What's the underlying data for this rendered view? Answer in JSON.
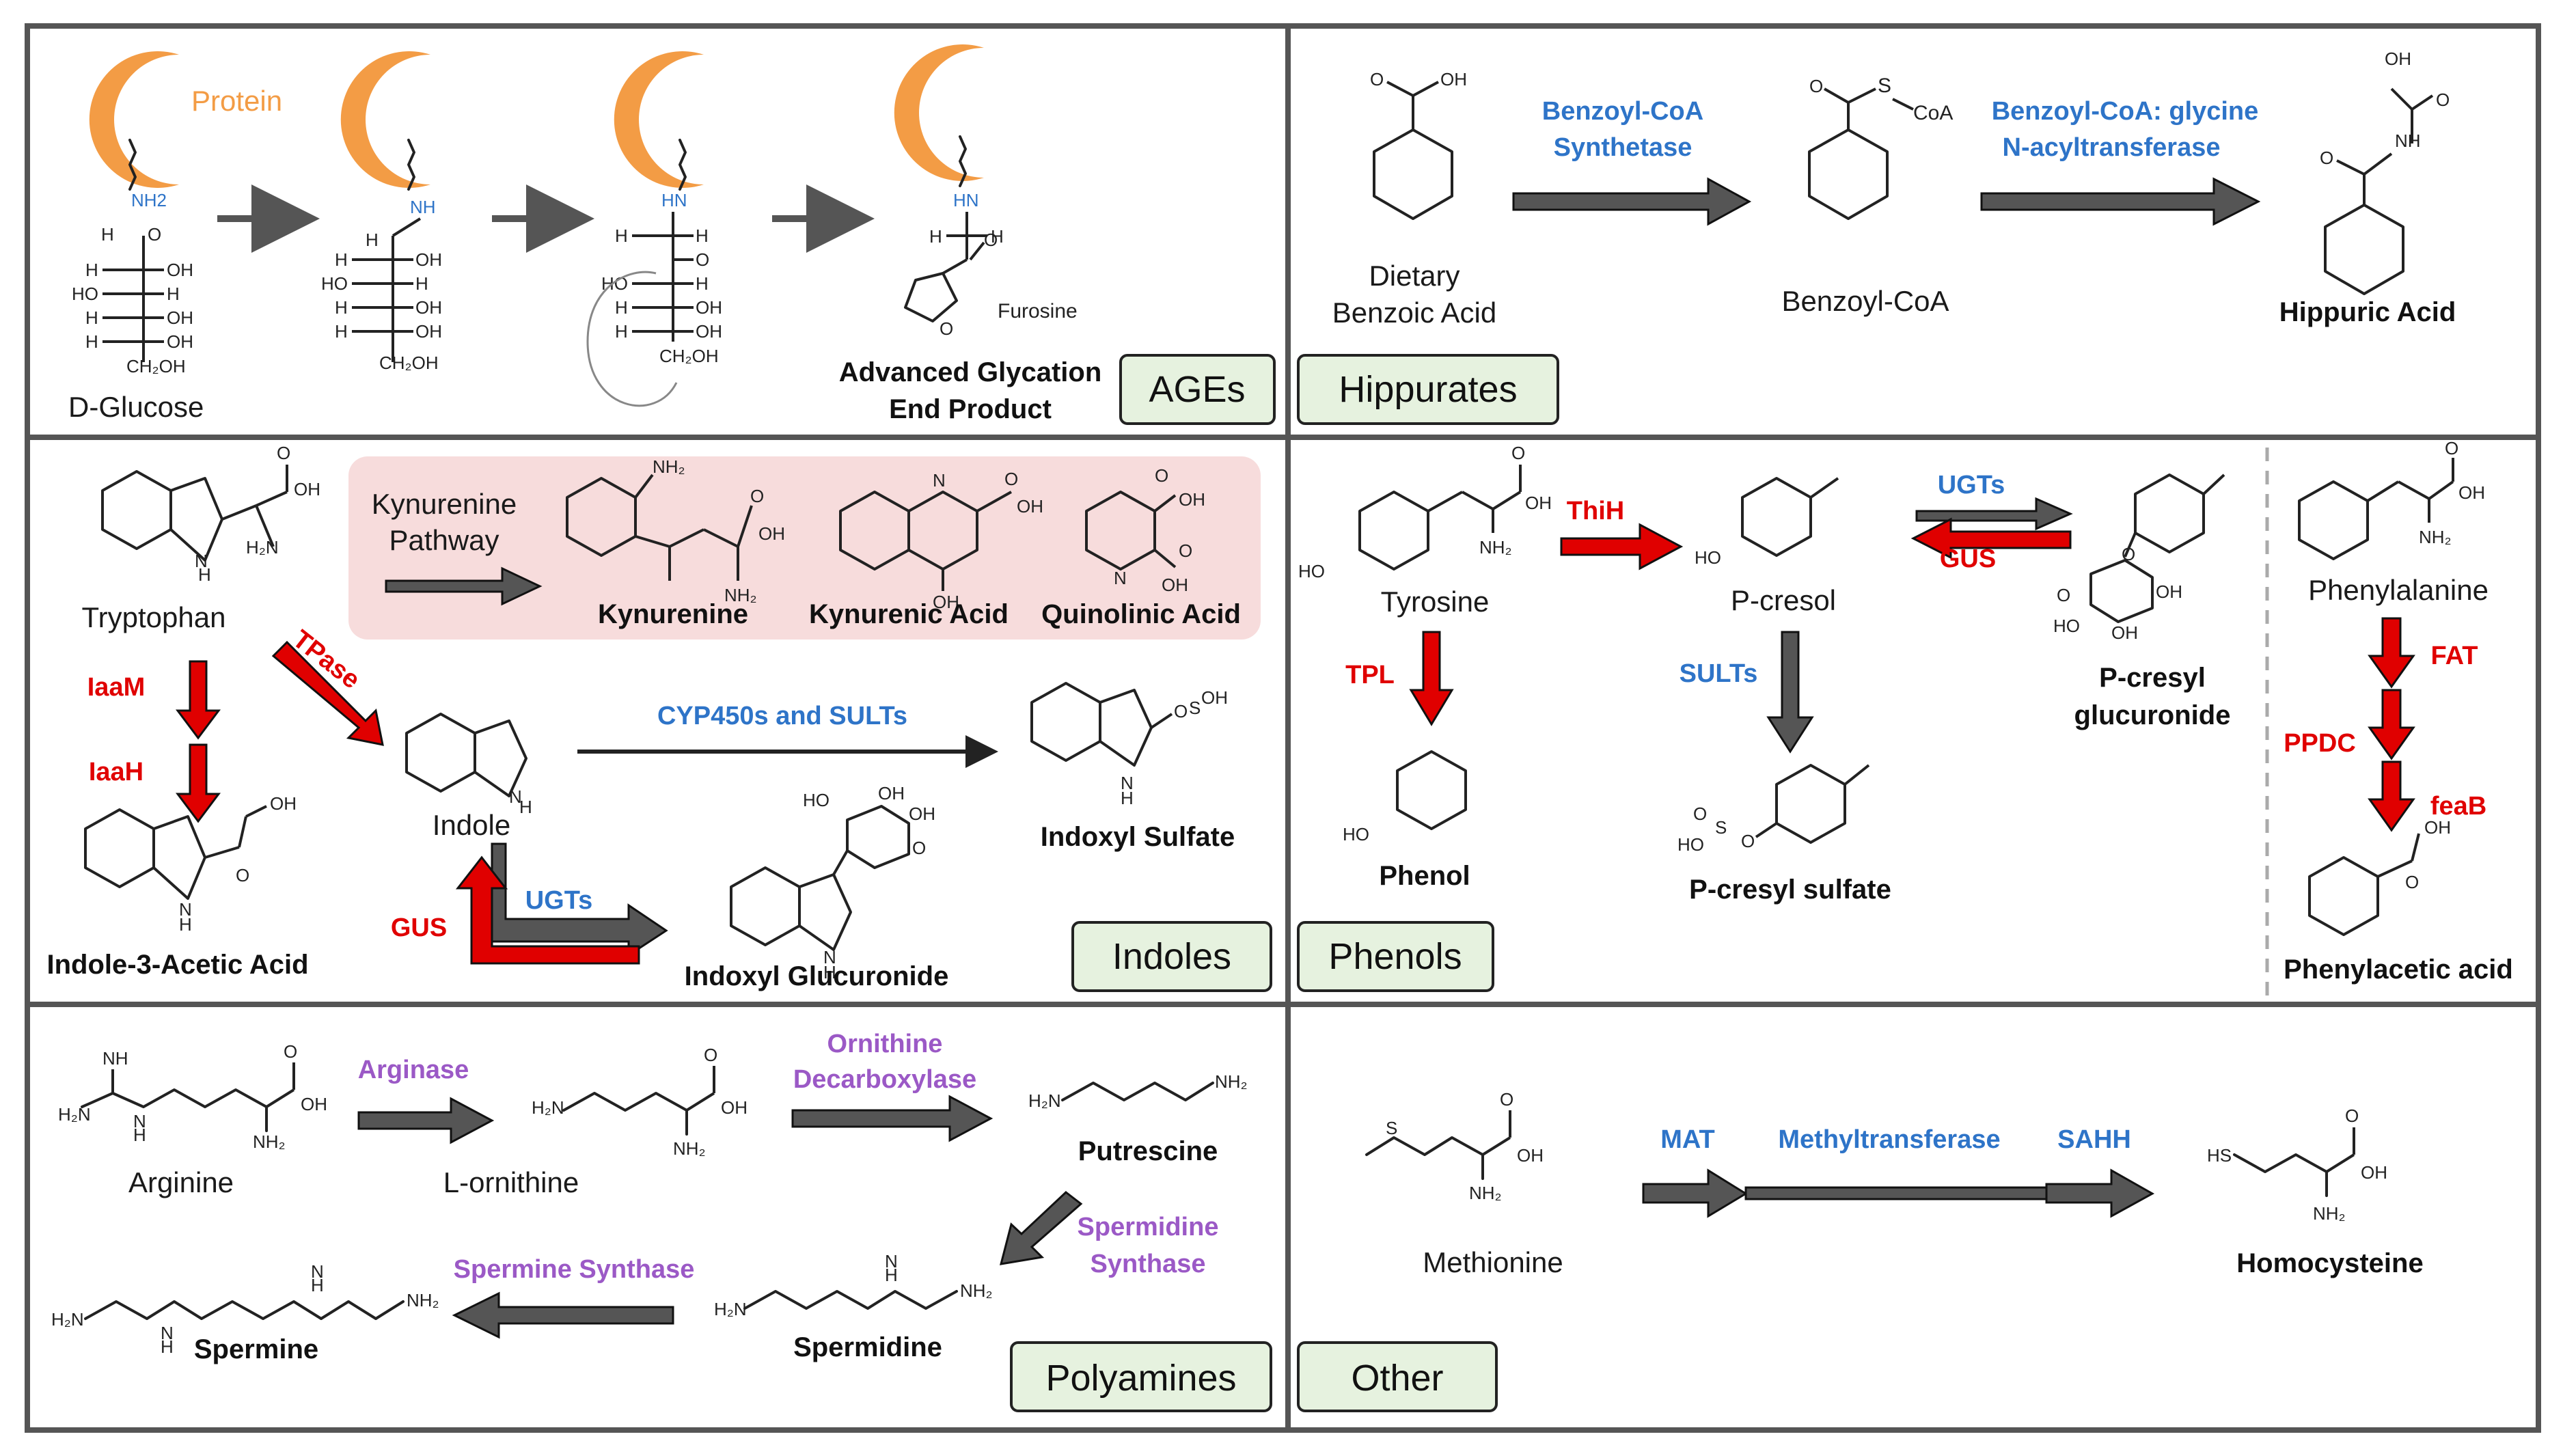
{
  "panels": {
    "ages": {
      "tag": "AGEs",
      "protein_label": "Protein",
      "nh2": "NH2",
      "nh": "NH",
      "hn": "HN",
      "glucose_label": "D-Glucose",
      "furosine_label": "Furosine",
      "product_line1": "Advanced Glycation",
      "product_line2": "End Product"
    },
    "hippurates": {
      "tag": "Hippurates",
      "enzyme1_line1": "Benzoyl-CoA",
      "enzyme1_line2": "Synthetase",
      "enzyme2_line1": "Benzoyl-CoA: glycine",
      "enzyme2_line2": "N-acyltransferase",
      "compound1_line1": "Dietary",
      "compound1_line2": "Benzoic Acid",
      "compound2": "Benzoyl-CoA",
      "compound3": "Hippuric Acid",
      "coa_label": "CoA",
      "s_label": "S"
    },
    "indoles": {
      "tag": "Indoles",
      "kynurenine_pathway_line1": "Kynurenine",
      "kynurenine_pathway_line2": "Pathway",
      "kynurenine": "Kynurenine",
      "kynurenic_acid": "Kynurenic Acid",
      "quinolinic_acid": "Quinolinic Acid",
      "tryptophan": "Tryptophan",
      "iaam": "IaaM",
      "iaah": "IaaH",
      "tpase": "TPase",
      "indole": "Indole",
      "iaa": "Indole-3-Acetic Acid",
      "cyp": "CYP450s and SULTs",
      "indoxyl_sulfate": "Indoxyl Sulfate",
      "gus": "GUS",
      "ugts": "UGTs",
      "indoxyl_glucuronide": "Indoxyl Glucuronide"
    },
    "phenols": {
      "tag": "Phenols",
      "tyrosine": "Tyrosine",
      "thih": "ThiH",
      "pcresol": "P-cresol",
      "ugts": "UGTs",
      "gus": "GUS",
      "pcresyl_gluc_line1": "P-cresyl",
      "pcresyl_gluc_line2": "glucuronide",
      "tpl": "TPL",
      "phenol": "Phenol",
      "sults": "SULTs",
      "pcresyl_sulfate": "P-cresyl sulfate",
      "phenylalanine": "Phenylalanine",
      "fat": "FAT",
      "ppdc": "PPDC",
      "feab": "feaB",
      "phenylacetic": "Phenylacetic acid"
    },
    "polyamines": {
      "tag": "Polyamines",
      "arginine": "Arginine",
      "arginase": "Arginase",
      "ornithine": "L-ornithine",
      "odc_line1": "Ornithine",
      "odc_line2": "Decarboxylase",
      "putrescine": "Putrescine",
      "spds_line1": "Spermidine",
      "spds_line2": "Synthase",
      "spermidine": "Spermidine",
      "sms": "Spermine Synthase",
      "spermine": "Spermine"
    },
    "other": {
      "tag": "Other",
      "methionine": "Methionine",
      "mat": "MAT",
      "methyltransferase": "Methyltransferase",
      "sahh": "SAHH",
      "homocysteine": "Homocysteine"
    }
  },
  "colors": {
    "protein": "#f39c45",
    "enzyme_blue": "#2e74c8",
    "enzyme_red": "#e00000",
    "enzyme_purple": "#9b59c6",
    "tag_fill": "#e6f2df",
    "kynurenine_box": "#f7dcdc",
    "arrow_gray": "#555555"
  }
}
